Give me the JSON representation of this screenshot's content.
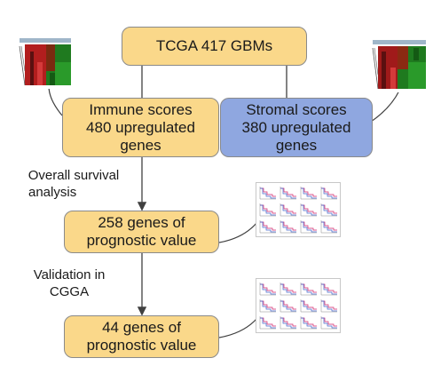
{
  "nodes": {
    "source": "TCGA 417 GBMs",
    "immune": [
      "Immune scores",
      "480 upregulated",
      "genes"
    ],
    "stromal": [
      "Stromal scores",
      "380 upregulated",
      "genes"
    ],
    "prognostic": [
      "258 genes of",
      "prognostic value"
    ],
    "validated": [
      "44 genes of",
      "prognostic value"
    ]
  },
  "edge_labels": {
    "survival": [
      "Overall survival",
      "analysis"
    ],
    "validation": [
      "Validation in",
      "CGGA"
    ]
  },
  "thumbnails": {
    "heatmap_left": "heatmap-thumbnail",
    "heatmap_right": "heatmap-thumbnail",
    "km_plots_1": "kaplan-meier-plots-thumbnail",
    "km_plots_2": "kaplan-meier-plots-thumbnail"
  },
  "colors": {
    "orange_box": "#fad88a",
    "blue_box": "#8fa7e0",
    "connector": "#404040"
  }
}
